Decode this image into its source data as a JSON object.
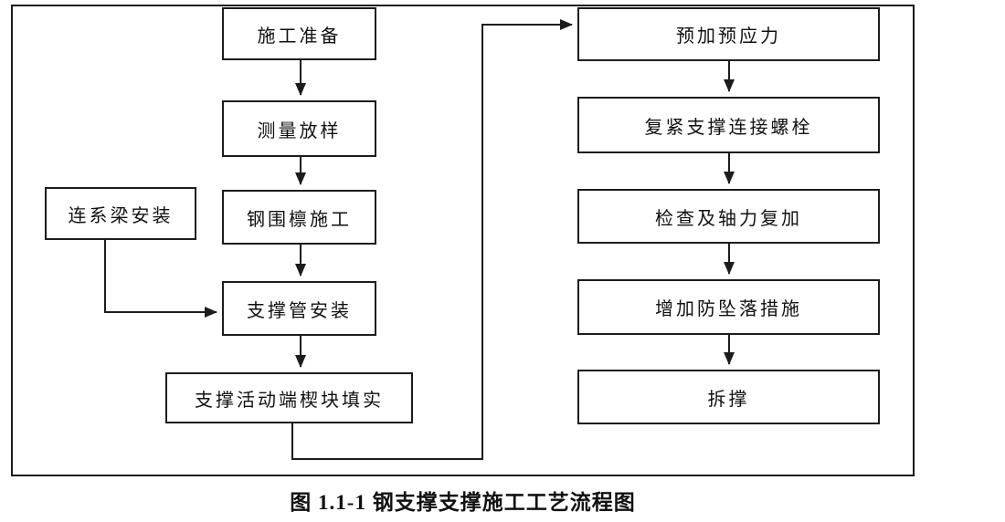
{
  "diagram": {
    "caption": "图 1.1-1 钢支撑支撑施工工艺流程图",
    "colors": {
      "line": "#1c1c1c",
      "background": "#ffffff",
      "box_background": "#ffffff",
      "text": "#111111"
    },
    "nodes": {
      "n1": {
        "label": "施工准备"
      },
      "n2": {
        "label": "测量放样"
      },
      "n3": {
        "label": "钢围檩施工"
      },
      "n4": {
        "label": "支撑管安装"
      },
      "n5": {
        "label": "支撑活动端楔块填实"
      },
      "side": {
        "label": "连系梁安装"
      },
      "r1": {
        "label": "预加预应力"
      },
      "r2": {
        "label": "复紧支撑连接螺栓"
      },
      "r3": {
        "label": "检查及轴力复加"
      },
      "r4": {
        "label": "增加防坠落措施"
      },
      "r5": {
        "label": "拆撑"
      }
    },
    "edges": [
      {
        "from": "施工准备",
        "to": "测量放样"
      },
      {
        "from": "测量放样",
        "to": "钢围檩施工"
      },
      {
        "from": "钢围檩施工",
        "to": "支撑管安装"
      },
      {
        "from": "连系梁安装",
        "to": "支撑管安装"
      },
      {
        "from": "支撑管安装",
        "to": "支撑活动端楔块填实"
      },
      {
        "from": "支撑活动端楔块填实",
        "to": "预加预应力"
      },
      {
        "from": "预加预应力",
        "to": "复紧支撑连接螺栓"
      },
      {
        "from": "复紧支撑连接螺栓",
        "to": "检查及轴力复加"
      },
      {
        "from": "检查及轴力复加",
        "to": "增加防坠落措施"
      },
      {
        "from": "增加防坠落措施",
        "to": "拆撑"
      }
    ]
  }
}
